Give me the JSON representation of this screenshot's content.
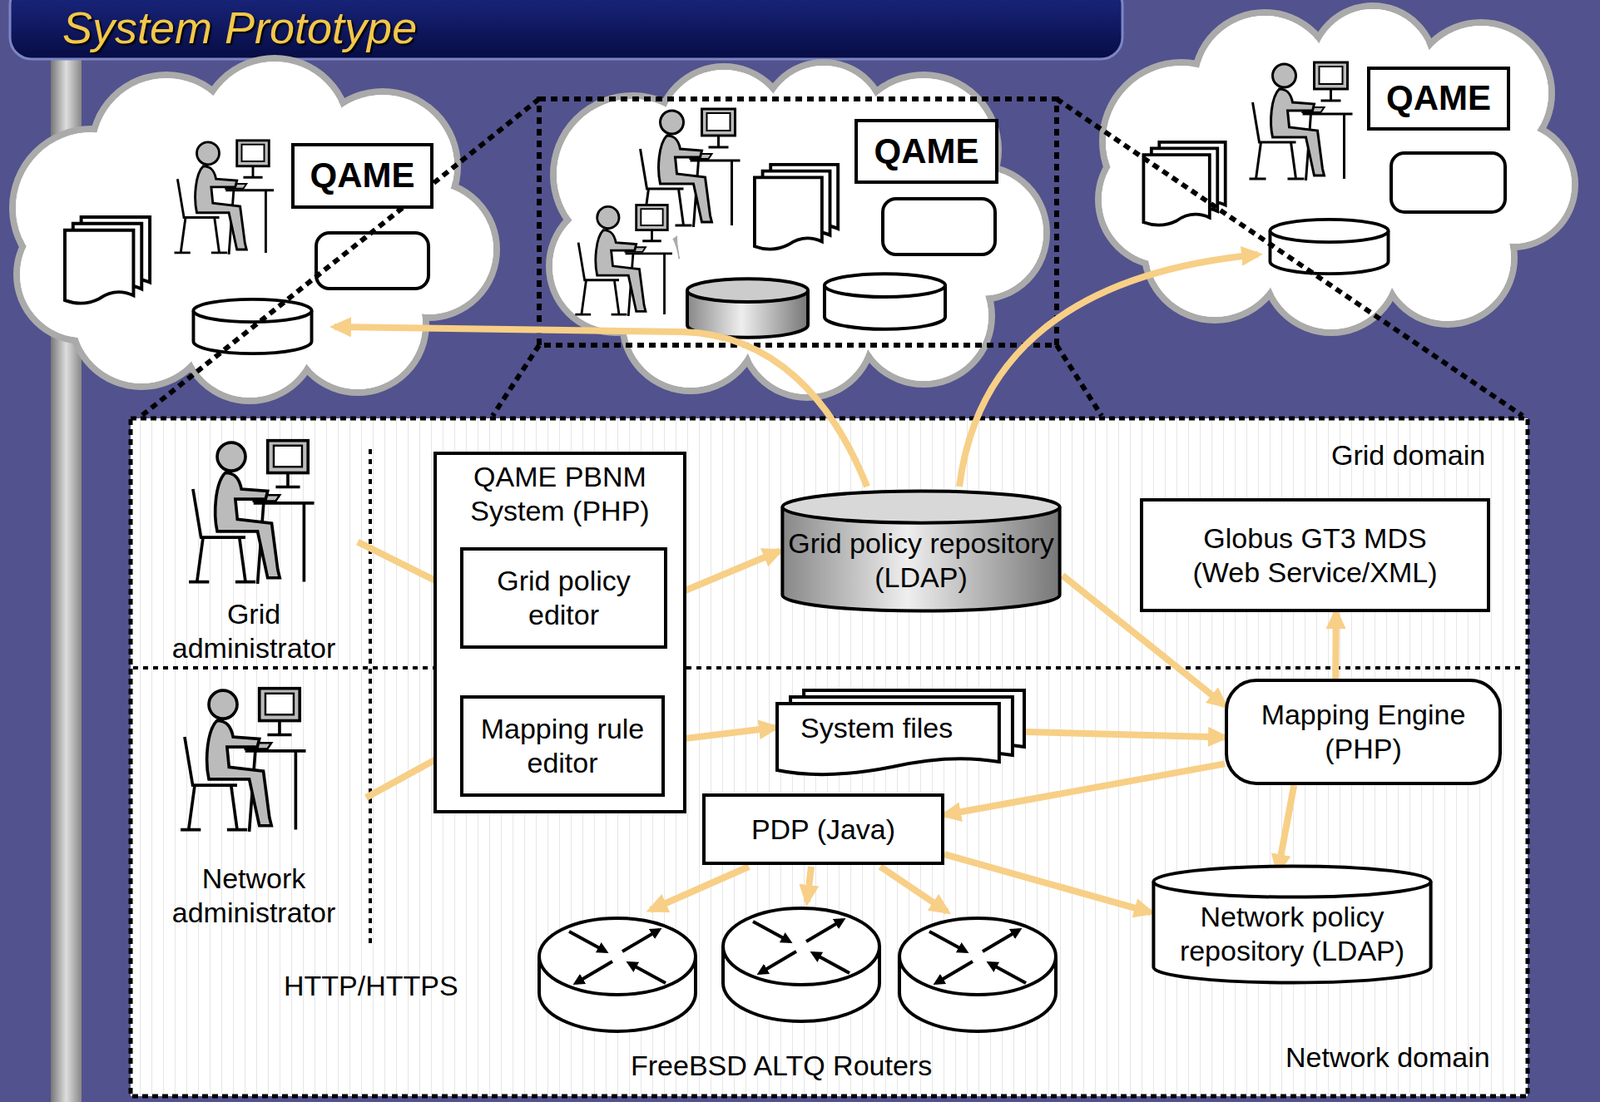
{
  "diagram": {
    "title": "System Prototype",
    "nodes": [
      {
        "text": [
          "QAME"
        ]
      },
      {
        "text": [
          "QAME"
        ]
      },
      {
        "text": [
          "QAME"
        ]
      },
      {
        "text": [
          "Grid administrator"
        ]
      },
      {
        "text": [
          "QAME PBNM System (PHP)"
        ]
      },
      {
        "text": [
          "Grid policy editor"
        ],
        "in": 4
      },
      {
        "text": [
          "Mapping rule editor"
        ],
        "in": 4
      },
      {
        "text": [
          "Grid policy repository (LDAP)"
        ]
      },
      {
        "text": [
          "Globus GT3 MDS (Web Service/XML)"
        ]
      },
      {
        "text": [
          "Network administrator"
        ]
      },
      {
        "text": [
          "System files"
        ]
      },
      {
        "text": [
          "Mapping Engine (PHP)"
        ]
      },
      {
        "text": [
          "PDP (Java)"
        ]
      },
      {
        "text": [
          "Network policy repository (LDAP)"
        ]
      }
    ],
    "edges": [
      {
        "from": 3,
        "to": 5,
        "arrow": "to"
      },
      {
        "from": 9,
        "to": 6,
        "arrow": "to"
      },
      {
        "from": 5,
        "to": 7,
        "arrow": "to"
      },
      {
        "from": 6,
        "to": 10,
        "arrow": "to"
      },
      {
        "from": 7,
        "to": 11,
        "arrow": "to"
      },
      {
        "from": 10,
        "to": 11,
        "arrow": "to"
      },
      {
        "from": 11,
        "to": 8,
        "arrow": "to"
      },
      {
        "from": 11,
        "to": 12,
        "arrow": "to"
      },
      {
        "from": 11,
        "to": 13,
        "arrow": "to"
      },
      {
        "from": 12,
        "to": 13,
        "arrow": "to"
      }
    ],
    "labels": [
      "Grid domain",
      "HTTP/HTTPS",
      "Network domain",
      "FreeBSD ALTQ Routers"
    ]
  }
}
